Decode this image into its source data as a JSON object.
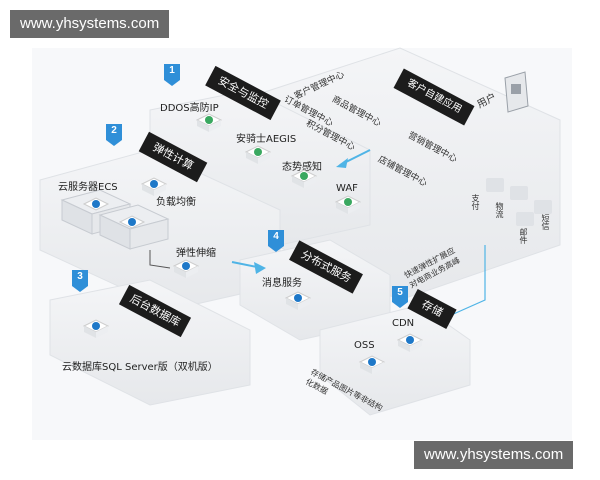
{
  "watermark": {
    "top": "www.yhsystems.com",
    "bottom": "www.yhsystems.com"
  },
  "user": {
    "label": "用户"
  },
  "client_apps": {
    "title": "客户自建应用",
    "centers": [
      "客户管理中心",
      "订单管理中心",
      "商品管理中心",
      "积分管理中心",
      "营销管理中心",
      "店铺管理中心"
    ],
    "icons": [
      {
        "label": "支付",
        "icon": "payment-icon"
      },
      {
        "label": "物流",
        "icon": "logistics-icon"
      },
      {
        "label": "短信",
        "icon": "sms-icon"
      },
      {
        "label": "邮件",
        "icon": "mail-icon"
      }
    ]
  },
  "sections": [
    {
      "num": "1",
      "title": "安全与监控",
      "items": [
        "DDOS高防IP",
        "安骑士AEGIS",
        "态势感知",
        "WAF"
      ]
    },
    {
      "num": "2",
      "title": "弹性计算",
      "items": [
        "云服务器ECS",
        "负载均衡",
        "弹性伸缩"
      ]
    },
    {
      "num": "3",
      "title": "后台数据库",
      "items": [
        "云数据库SQL Server版（双机版）"
      ]
    },
    {
      "num": "4",
      "title": "分布式服务",
      "items": [
        "消息服务"
      ]
    },
    {
      "num": "5",
      "title": "存储",
      "items": [
        "CDN",
        "OSS"
      ]
    }
  ],
  "notes": {
    "cdn": "快速弹性扩展应对电商业务高峰",
    "oss": "存储产品图片等非结构化数据"
  },
  "colors": {
    "accent": "#2f8fd8",
    "icon_green": "#3aa860",
    "icon_blue": "#1e78c8",
    "banner": "#1c1c1c",
    "platform": "#f0f1f3"
  }
}
